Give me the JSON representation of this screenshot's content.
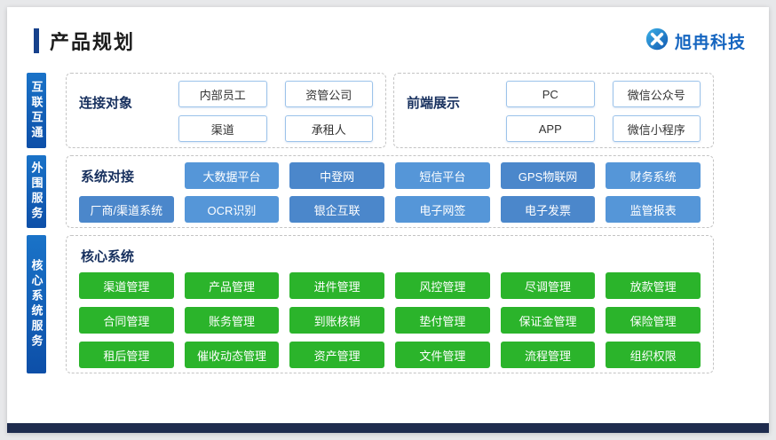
{
  "colors": {
    "accent": "#16418c",
    "brand": "#1565c0",
    "rail-top": "#1a73c8",
    "rail-bottom": "#0d4fa8",
    "blue-a": "#5596d8",
    "blue-b": "#4b87cb",
    "green": "#2bb42b",
    "label": "#17305e",
    "strip": "#1f2c4e",
    "white-btn-border": "#9cc3ea"
  },
  "header": {
    "title": "产品规划",
    "logo_text": "旭冉科技"
  },
  "sidebar": {
    "groups": [
      {
        "label": "互联互通"
      },
      {
        "label": "外围服务"
      },
      {
        "label": "核心系统服务"
      }
    ]
  },
  "sections": {
    "connect": {
      "title": "连接对象",
      "items": [
        "内部员工",
        "资管公司",
        "渠道",
        "承租人"
      ]
    },
    "frontend": {
      "title": "前端展示",
      "items": [
        "PC",
        "微信公众号",
        "APP",
        "微信小程序"
      ]
    },
    "integration": {
      "title": "系统对接",
      "rows": [
        [
          "大数据平台",
          "中登网",
          "短信平台",
          "GPS物联网",
          "财务系统"
        ],
        [
          "厂商/渠道系统",
          "OCR识别",
          "银企互联",
          "电子网签",
          "电子发票",
          "监管报表"
        ]
      ]
    },
    "core": {
      "title": "核心系统",
      "rows": [
        [
          "渠道管理",
          "产品管理",
          "进件管理",
          "风控管理",
          "尽调管理",
          "放款管理"
        ],
        [
          "合同管理",
          "账务管理",
          "到账核销",
          "垫付管理",
          "保证金管理",
          "保险管理"
        ],
        [
          "租后管理",
          "催收动态管理",
          "资产管理",
          "文件管理",
          "流程管理",
          "组织权限"
        ]
      ]
    }
  }
}
